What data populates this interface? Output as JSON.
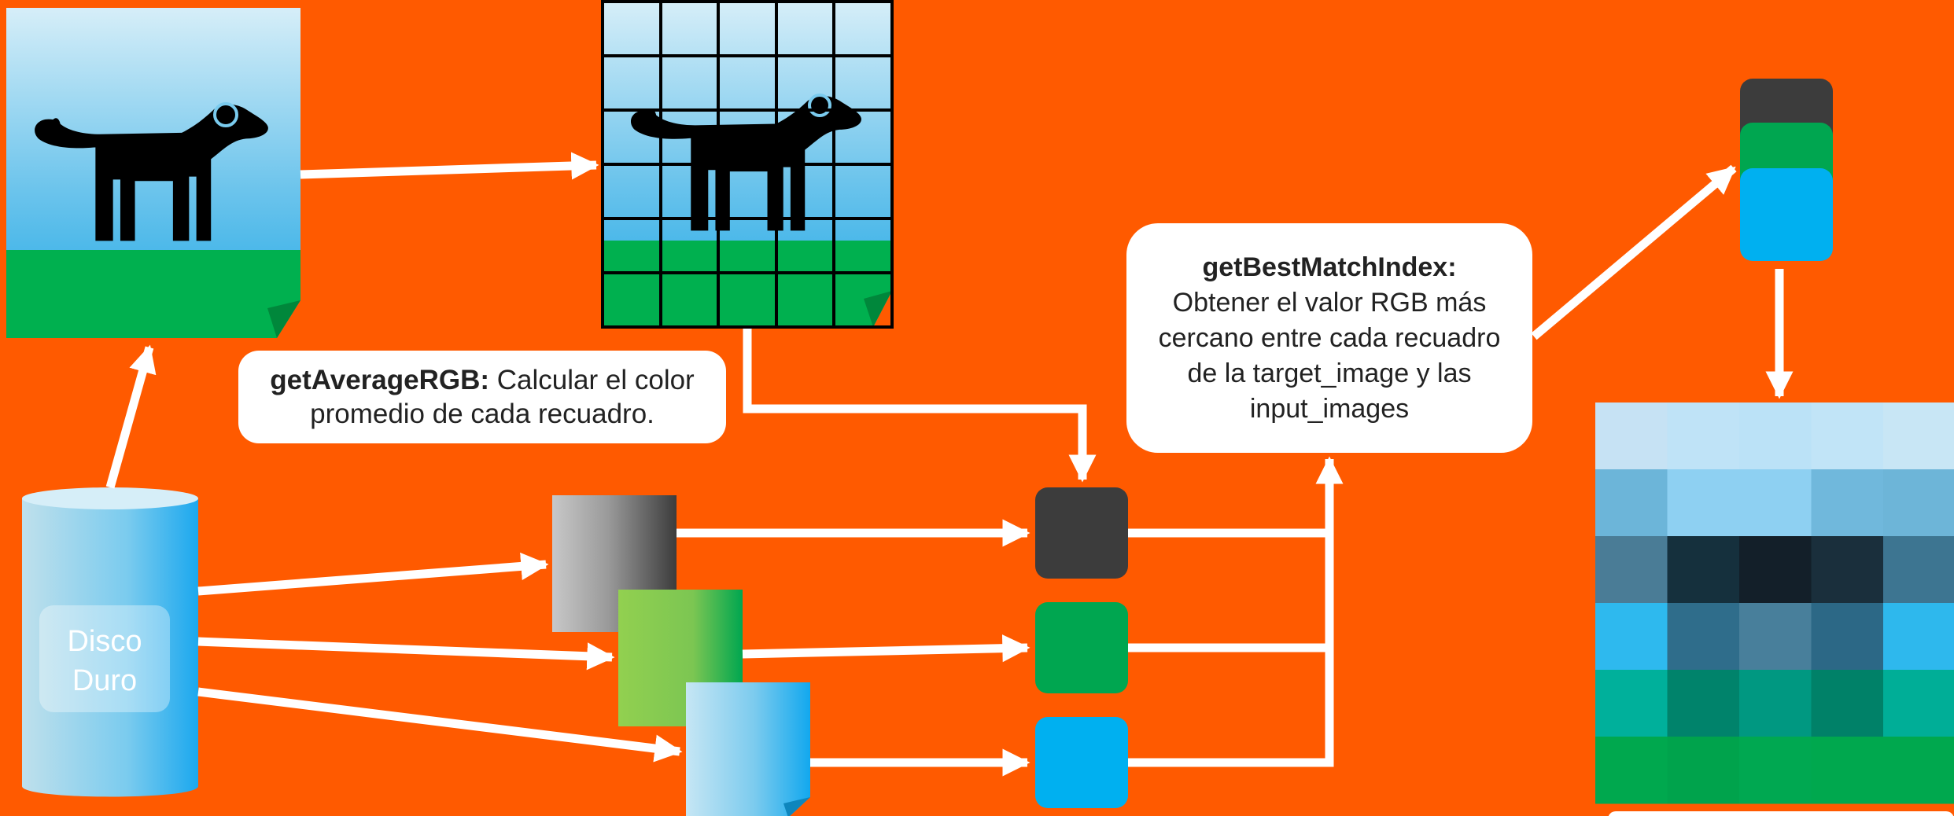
{
  "disk": {
    "label_line1": "Disco",
    "label_line2": "Duro"
  },
  "avg_label": {
    "func": "getAverageRGB:",
    "text": "Calcular el color promedio de cada recuadro."
  },
  "best_label": {
    "func": "getBestMatchIndex:",
    "text": "Obtener el valor RGB más cercano entre cada recuadro de la target_image y las input_images"
  },
  "colors": {
    "background": "#FF5A00",
    "dark_tile": "#3C3C3C",
    "green_tile": "#00A650",
    "blue_tile": "#00B0F0",
    "arrow": "#FFFFFF"
  },
  "mosaic_colors": [
    [
      "#C6E2F4",
      "#BFE3F7",
      "#BBE2F7",
      "#C1E4F7",
      "#C8E6F5"
    ],
    [
      "#6CB5D9",
      "#8ED0F2",
      "#8ED0F2",
      "#70B8DC",
      "#6DB5D8"
    ],
    [
      "#4A7C96",
      "#15303D",
      "#131F29",
      "#1A2F3C",
      "#3D7591"
    ],
    [
      "#2EB9EE",
      "#2F6D8B",
      "#487F9B",
      "#2C6886",
      "#2EB8ED"
    ],
    [
      "#00B09B",
      "#00836B",
      "#009881",
      "#008168",
      "#00AE97"
    ],
    [
      "#00A84E",
      "#00A34C",
      "#00A851",
      "#00A84E",
      "#00A84E"
    ]
  ]
}
